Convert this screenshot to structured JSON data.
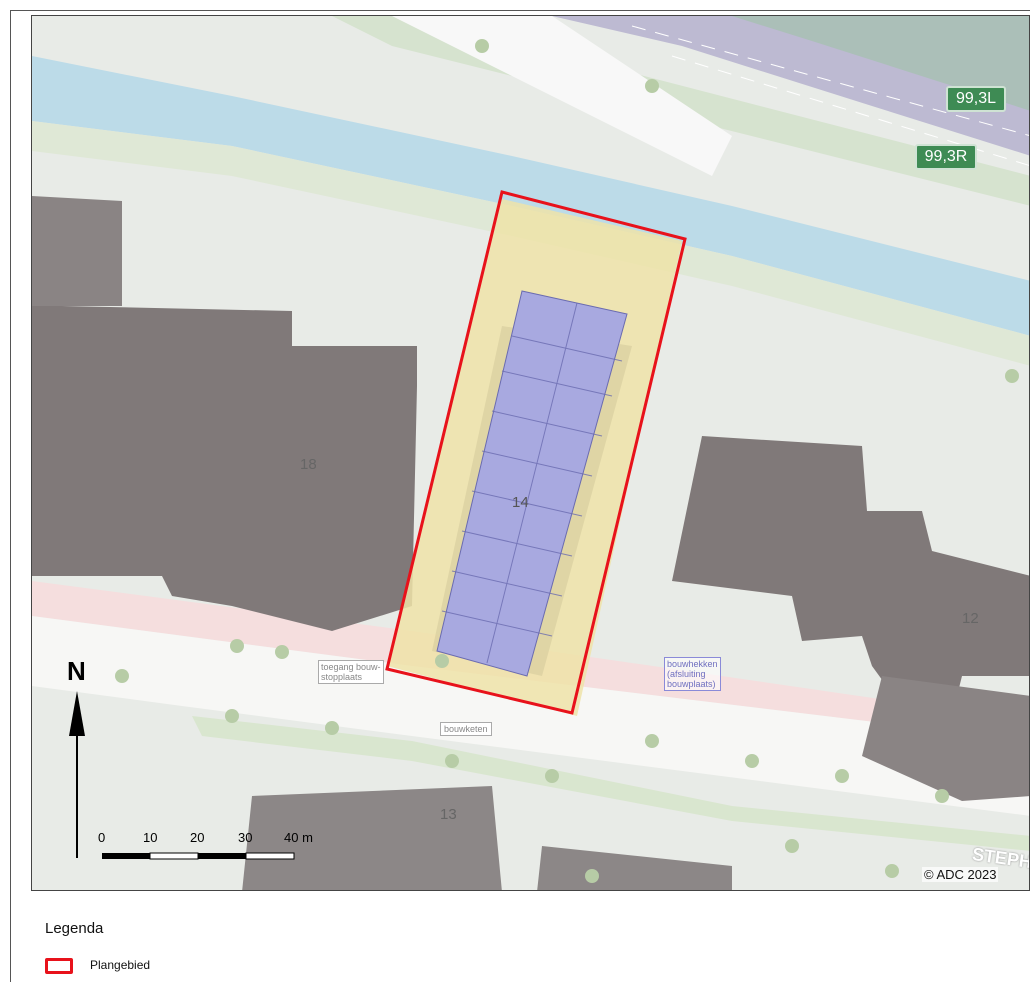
{
  "map": {
    "road_shields": [
      {
        "label": "99,3L"
      },
      {
        "label": "99,3R"
      }
    ],
    "house_numbers": [
      "18",
      "14",
      "12",
      "13"
    ],
    "annotations": {
      "toegang": "toegang bouw-\nstopplaats",
      "bouwketen": "bouwketen",
      "bouwhekken": "bouwhekken\n(afsluiting\nbouwplaats)"
    },
    "street_fragment": "STEPH",
    "north_label": "N",
    "scale_bar": {
      "ticks": [
        "0",
        "10",
        "20",
        "30",
        "40 m"
      ]
    },
    "copyright": "© ADC 2023",
    "colors": {
      "plangebied": "#e8121b",
      "water": "#bcdbe8",
      "building": "#807979",
      "highway": "#b9b6cf"
    }
  },
  "legend": {
    "title": "Legenda",
    "items": [
      {
        "label": "Plangebied",
        "icon": "red-outline-rectangle-icon"
      }
    ]
  }
}
